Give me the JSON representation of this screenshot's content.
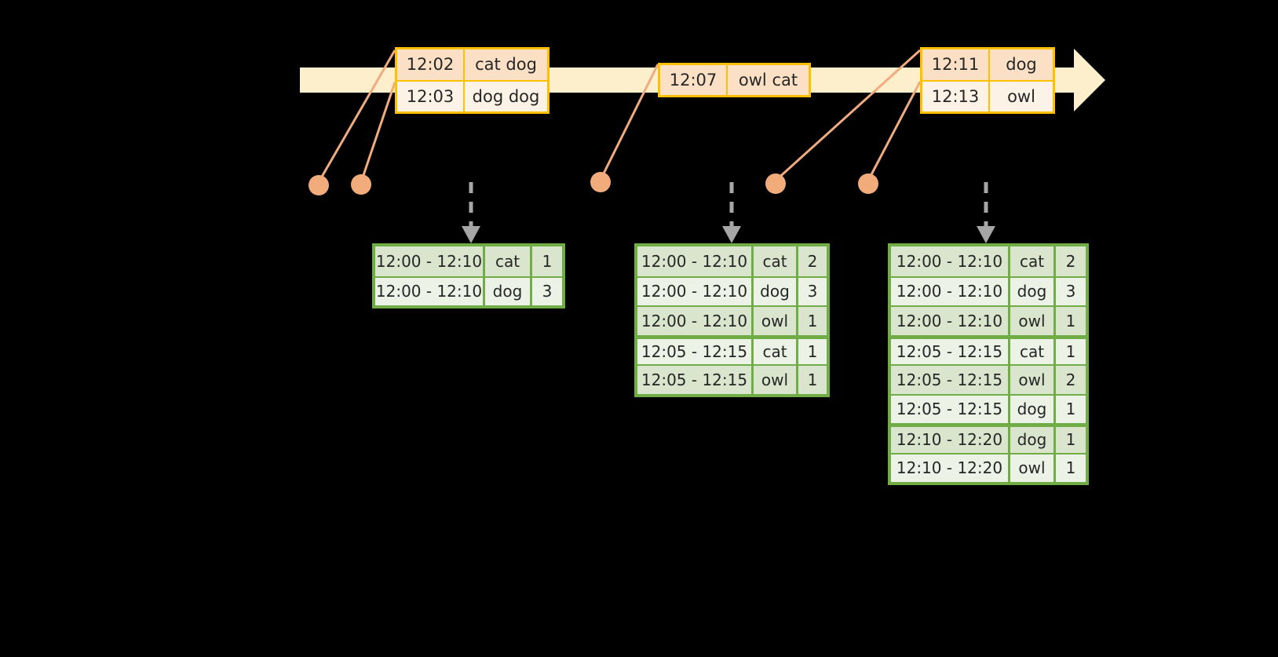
{
  "diagram": {
    "title": "sliding-window word count stream diagram",
    "colors": {
      "background": "#000000",
      "timeline_fill": "#FDEFCB",
      "event_border": "#FFC000",
      "event_fill_dark": "#FBE0C6",
      "event_fill_light": "#FDF2E6",
      "connector": "#F0AB7E",
      "dot": "#F2AC7C",
      "table_border": "#70AD47",
      "table_fill_dark": "#D9E5CD",
      "table_fill_light": "#EDF2E7",
      "arrow_gray": "#A6A6A6"
    }
  },
  "timeline": {
    "arrow_name": "time-axis-arrow",
    "events": [
      {
        "id": "events-group-1",
        "rows": [
          {
            "time": "12:02",
            "words": "cat dog"
          },
          {
            "time": "12:03",
            "words": "dog dog"
          }
        ]
      },
      {
        "id": "events-group-2",
        "rows": [
          {
            "time": "12:07",
            "words": "owl cat"
          }
        ]
      },
      {
        "id": "events-group-3",
        "rows": [
          {
            "time": "12:11",
            "words": "dog"
          },
          {
            "time": "12:13",
            "words": "owl"
          }
        ]
      }
    ]
  },
  "results": [
    {
      "id": "result-table-1",
      "rows": [
        {
          "window": "12:00 - 12:10",
          "word": "cat",
          "count": "1"
        },
        {
          "window": "12:00 - 12:10",
          "word": "dog",
          "count": "3"
        }
      ]
    },
    {
      "id": "result-table-2",
      "rows": [
        {
          "window": "12:00 - 12:10",
          "word": "cat",
          "count": "2"
        },
        {
          "window": "12:00 - 12:10",
          "word": "dog",
          "count": "3"
        },
        {
          "window": "12:00 - 12:10",
          "word": "owl",
          "count": "1"
        },
        {
          "window": "12:05 - 12:15",
          "word": "cat",
          "count": "1"
        },
        {
          "window": "12:05 - 12:15",
          "word": "owl",
          "count": "1"
        }
      ]
    },
    {
      "id": "result-table-3",
      "rows": [
        {
          "window": "12:00 - 12:10",
          "word": "cat",
          "count": "2"
        },
        {
          "window": "12:00 - 12:10",
          "word": "dog",
          "count": "3"
        },
        {
          "window": "12:00 - 12:10",
          "word": "owl",
          "count": "1"
        },
        {
          "window": "12:05 - 12:15",
          "word": "cat",
          "count": "1"
        },
        {
          "window": "12:05 - 12:15",
          "word": "owl",
          "count": "2"
        },
        {
          "window": "12:05 - 12:15",
          "word": "dog",
          "count": "1"
        },
        {
          "window": "12:10 - 12:20",
          "word": "dog",
          "count": "1"
        },
        {
          "window": "12:10 - 12:20",
          "word": "owl",
          "count": "1"
        }
      ]
    }
  ]
}
